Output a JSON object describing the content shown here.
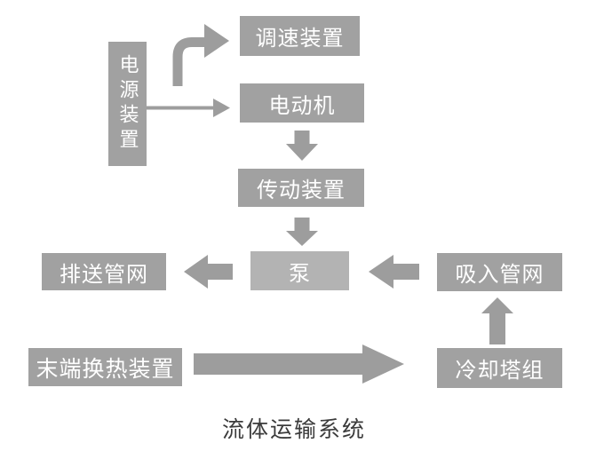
{
  "title": "流体运输系统",
  "colors": {
    "background": "#ffffff",
    "node_bg": "#a1a1a1",
    "pump_bg": "#b3b3b3",
    "arrow": "#9d9d9d",
    "label_text": "#ffffff",
    "title_text": "#3b3b3b"
  },
  "nodes": {
    "power_supply": {
      "label": "电源装置"
    },
    "speed_control": {
      "label": "调速装置"
    },
    "motor": {
      "label": "电动机"
    },
    "transmission": {
      "label": "传动装置"
    },
    "pump": {
      "label": "泵"
    },
    "discharge_network": {
      "label": "排送管网"
    },
    "suction_network": {
      "label": "吸入管网"
    },
    "terminal_heat_exchanger": {
      "label": "末端换热装置"
    },
    "cooling_tower_group": {
      "label": "冷却塔组"
    }
  },
  "connections": [
    {
      "from": "电源装置",
      "to": "调速装置",
      "style": "elbow-up-right"
    },
    {
      "from": "电源装置",
      "to": "电动机",
      "style": "thin-right"
    },
    {
      "from": "电动机",
      "to": "传动装置",
      "style": "block-down"
    },
    {
      "from": "传动装置",
      "to": "泵",
      "style": "block-down"
    },
    {
      "from": "泵",
      "to": "排送管网",
      "style": "block-left"
    },
    {
      "from": "吸入管网",
      "to": "泵",
      "style": "block-left"
    },
    {
      "from": "冷却塔组",
      "to": "吸入管网",
      "style": "block-up"
    },
    {
      "from": "末端换热装置",
      "to": "冷却塔组",
      "style": "block-right-large"
    }
  ]
}
